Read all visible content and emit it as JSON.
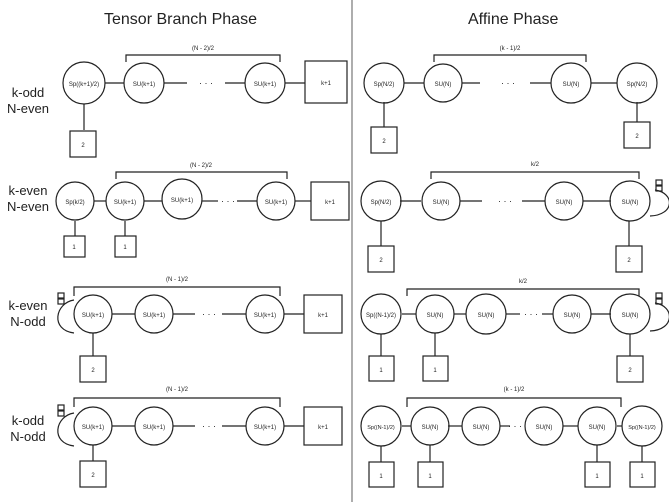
{
  "titles": {
    "left": "Tensor Branch Phase",
    "right": "Affine Phase"
  },
  "row_labels": [
    {
      "line1": "k-odd",
      "line2": "N-even"
    },
    {
      "line1": "k-even",
      "line2": "N-even"
    },
    {
      "line1": "k-even",
      "line2": "N-odd"
    },
    {
      "line1": "k-odd",
      "line2": "N-odd"
    }
  ],
  "quivers": {
    "tensor": [
      {
        "brace": "(N - 2)/2",
        "gauge": [
          "Sp((k+1)/2)",
          "SU(k+1)",
          "SU(k+1)"
        ],
        "flavor_end": "k+1",
        "flavors_below": [
          "2"
        ],
        "has_loop": false
      },
      {
        "brace": "(N - 2)/2",
        "gauge": [
          "Sp(k/2)",
          "SU(k+1)",
          "SU(k+1)",
          "SU(k+1)"
        ],
        "flavor_end": "k+1",
        "flavors_below": [
          "1",
          "1"
        ],
        "has_loop": false
      },
      {
        "brace": "(N - 1)/2",
        "gauge": [
          "SU(k+1)",
          "SU(k+1)",
          "SU(k+1)"
        ],
        "flavor_end": "k+1",
        "flavors_below": [
          "2"
        ],
        "has_loop": true
      },
      {
        "brace": "(N - 1)/2",
        "gauge": [
          "SU(k+1)",
          "SU(k+1)",
          "SU(k+1)"
        ],
        "flavor_end": "k+1",
        "flavors_below": [
          "2"
        ],
        "has_loop": true
      }
    ],
    "affine": [
      {
        "brace": "(k - 1)/2",
        "gauge": [
          "Sp(N/2)",
          "SU(N)",
          "SU(N)",
          "Sp(N/2)"
        ],
        "flavors_below": [
          "2",
          "2"
        ],
        "has_loop": false
      },
      {
        "brace": "k/2",
        "gauge": [
          "Sp(N/2)",
          "SU(N)",
          "SU(N)",
          "SU(N)"
        ],
        "flavors_below": [
          "2",
          "2"
        ],
        "has_loop": true
      },
      {
        "brace": "k/2",
        "gauge": [
          "Sp((N-1)/2)",
          "SU(N)",
          "SU(N)",
          "SU(N)",
          "SU(N)"
        ],
        "flavors_below": [
          "1",
          "1",
          "2"
        ],
        "has_loop": true
      },
      {
        "brace": "(k - 1)/2",
        "gauge": [
          "Sp((N-1)/2)",
          "SU(N)",
          "SU(N)",
          "SU(N)",
          "SU(N)",
          "Sp((N-1)/2)"
        ],
        "flavors_below": [
          "1",
          "1",
          "1",
          "1"
        ],
        "has_loop": false
      }
    ]
  },
  "ellipsis": "· · ·"
}
